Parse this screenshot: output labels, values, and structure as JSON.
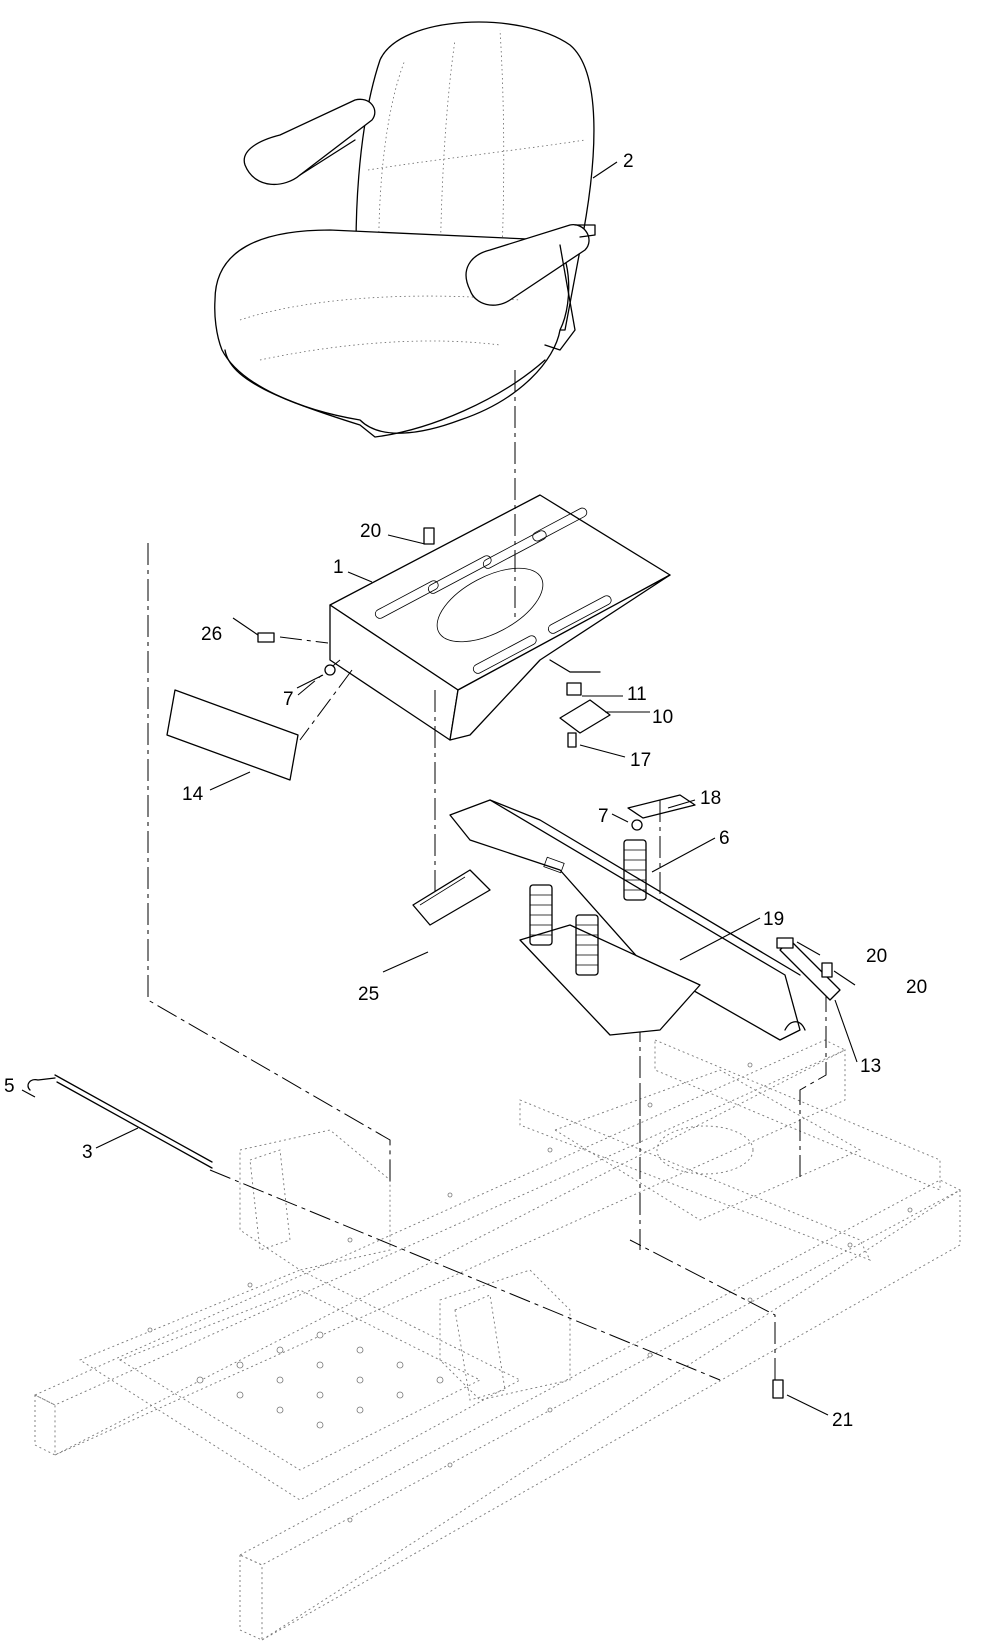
{
  "callouts": [
    {
      "num": "1"
    },
    {
      "num": "2"
    },
    {
      "num": "3"
    },
    {
      "num": "5"
    },
    {
      "num": "6"
    },
    {
      "num": "7"
    },
    {
      "num": "7"
    },
    {
      "num": "10"
    },
    {
      "num": "11"
    },
    {
      "num": "13"
    },
    {
      "num": "14"
    },
    {
      "num": "17"
    },
    {
      "num": "18"
    },
    {
      "num": "19"
    },
    {
      "num": "20"
    },
    {
      "num": "20"
    },
    {
      "num": "20"
    },
    {
      "num": "21"
    },
    {
      "num": "25"
    },
    {
      "num": "26"
    }
  ]
}
